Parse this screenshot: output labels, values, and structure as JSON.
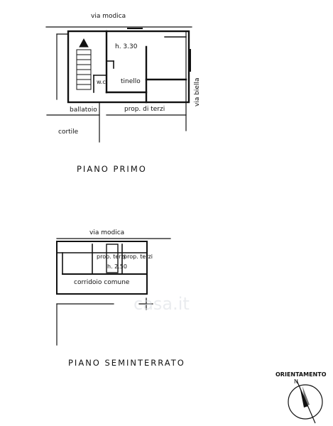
{
  "plan": {
    "floor1": {
      "street_top": "via modica",
      "street_right": "via biella",
      "height": "h. 3.30",
      "room_wc": "w.c.",
      "room_tinello": "tinello",
      "ballatoio": "ballatoio",
      "prop_terzi": "prop. di terzi",
      "cortile": "cortile",
      "title": "PIANO PRIMO"
    },
    "basement": {
      "street_top": "via modica",
      "cellar_left": "prop. terzi",
      "cellar_right": "prop. terzi",
      "height": "h. 2.50",
      "corridor": "corridoio comune",
      "title": "PIANO SEMINTERRATO"
    },
    "orientation": {
      "label": "ORIENTAMENTO",
      "north": "N"
    },
    "watermark": "casa.it"
  }
}
